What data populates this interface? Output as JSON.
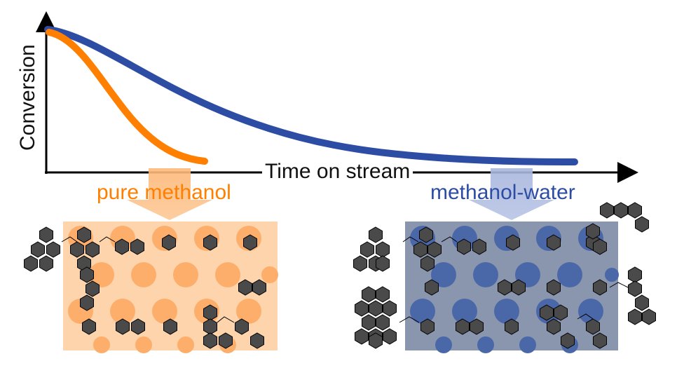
{
  "axes": {
    "y_label": "Conversion",
    "x_label": "Time on stream"
  },
  "curves": [
    {
      "name": "pure methanol",
      "color": "#ff7f00"
    },
    {
      "name": "methanol-water",
      "color": "#2d4da5"
    }
  ],
  "panels": {
    "left": {
      "label": "pure methanol",
      "color": "#ff7f00",
      "bg_light": "#fdd0a2",
      "bg_dark": "#fdae6b"
    },
    "right": {
      "label": "methanol-water",
      "color": "#2d4da5",
      "bg_light": "#8893ad",
      "bg_dark": "#4a67a8"
    }
  },
  "coke_color": "#4a4a4a"
}
